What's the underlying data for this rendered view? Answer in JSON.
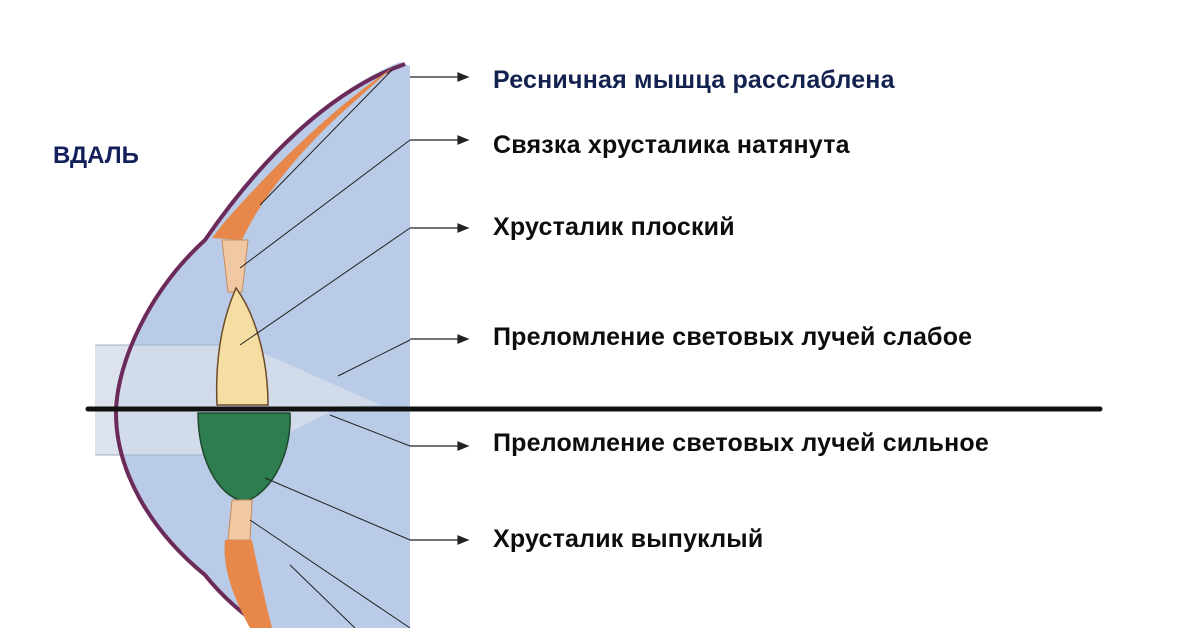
{
  "side_label": "ВДАЛЬ",
  "labels": [
    "Ресничная мышца расслаблена",
    "Связка хрусталика натянута",
    "Хрусталик плоский",
    "Преломление световых лучей слабое",
    "Преломление световых лучей сильное",
    "Хрусталик выпуклый"
  ],
  "colors": {
    "eye_fill": "#b9cbe6",
    "sclera": "#6b2a5a",
    "ciliary_muscle": "#e8874a",
    "flat_lens": "#f4dea1",
    "convex_lens": "#2e7d4f",
    "divider": "#111111"
  }
}
